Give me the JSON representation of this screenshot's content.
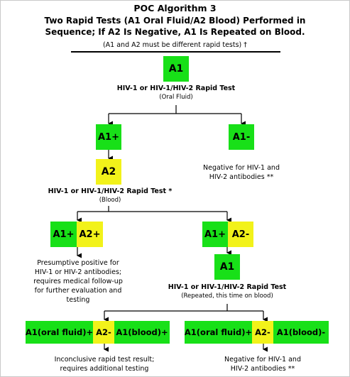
{
  "header": {
    "title": "POC Algorithm 3",
    "subtitle_line1": "Two Rapid Tests (A1 Oral Fluid/A2 Blood) Performed in",
    "subtitle_line2": "Sequence; If A2 Is Negative, A1 Is Repeated on Blood.",
    "note": "(A1 and A2 must be different rapid tests) †"
  },
  "colors": {
    "green": "#18e018",
    "yellow": "#f2f21a"
  },
  "step1": {
    "box": "A1",
    "label": "HIV-1 or HIV-1/HIV-2 Rapid Test",
    "sublabel": "(Oral Fluid)"
  },
  "step1_results": {
    "positive": "A1+",
    "negative": "A1-",
    "negative_text_line1": "Negative for HIV-1 and",
    "negative_text_line2": "HIV-2 antibodies **"
  },
  "step2": {
    "box": "A2",
    "label": "HIV-1 or HIV-1/HIV-2 Rapid Test *",
    "sublabel": "(Blood)"
  },
  "step2_results": {
    "pos_a1": "A1+",
    "pos_a2": "A2+",
    "pos_text_line1": "Presumptive positive for",
    "pos_text_line2": "HIV-1 or HIV-2 antibodies;",
    "pos_text_line3": "requires medical follow-up",
    "pos_text_line4": "for further evaluation and",
    "pos_text_line5": "testing",
    "neg_a1": "A1+",
    "neg_a2": "A2-"
  },
  "step3": {
    "box": "A1",
    "label": "HIV-1 or HIV-1/HIV-2 Rapid Test",
    "sublabel": "(Repeated, this time on blood)"
  },
  "final_results": {
    "left_oral": "A1(oral fluid)+",
    "left_a2": "A2-",
    "left_blood": "A1(blood)+",
    "left_text_line1": "Inconclusive rapid test result;",
    "left_text_line2": "requires additional testing",
    "right_oral": "A1(oral fluid)+",
    "right_a2": "A2-",
    "right_blood": "A1(blood)-",
    "right_text_line1": "Negative for HIV-1 and",
    "right_text_line2": "HIV-2 antibodies **"
  }
}
